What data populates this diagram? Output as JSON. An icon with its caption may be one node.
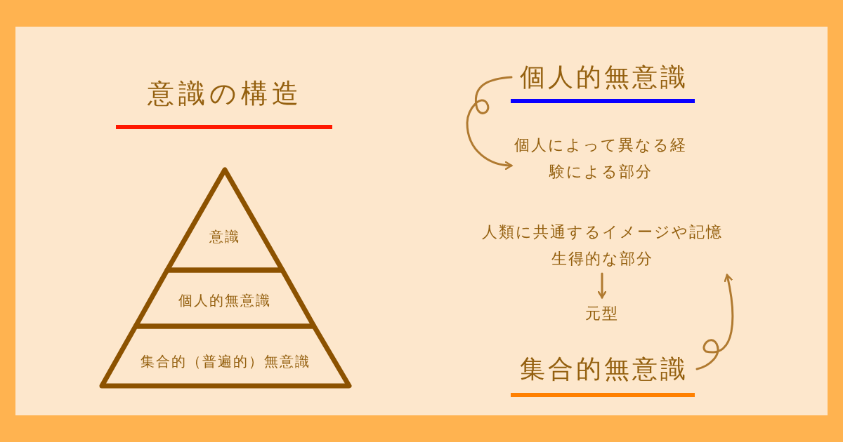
{
  "diagram": {
    "title": "意識の構造",
    "nodes": [
      {
        "text": [
          "意識"
        ]
      },
      {
        "text": [
          "個人的無意識"
        ]
      },
      {
        "text": [
          "集合的（普遍的）無意識"
        ]
      },
      {
        "text": [
          "個人的無意識"
        ]
      },
      {
        "text": [
          "個人によって異なる経験による部分"
        ]
      },
      {
        "text": [
          "人類に共通するイメージや記憶",
          "生得的な部分"
        ]
      },
      {
        "text": [
          "元型"
        ]
      },
      {
        "text": [
          "集合的無意識"
        ]
      }
    ],
    "edges": [
      {
        "from": 3,
        "to": 4,
        "arrow": "to"
      },
      {
        "from": 5,
        "to": 6,
        "arrow": "to"
      },
      {
        "from": 7,
        "to": 5,
        "arrow": "to"
      }
    ]
  }
}
